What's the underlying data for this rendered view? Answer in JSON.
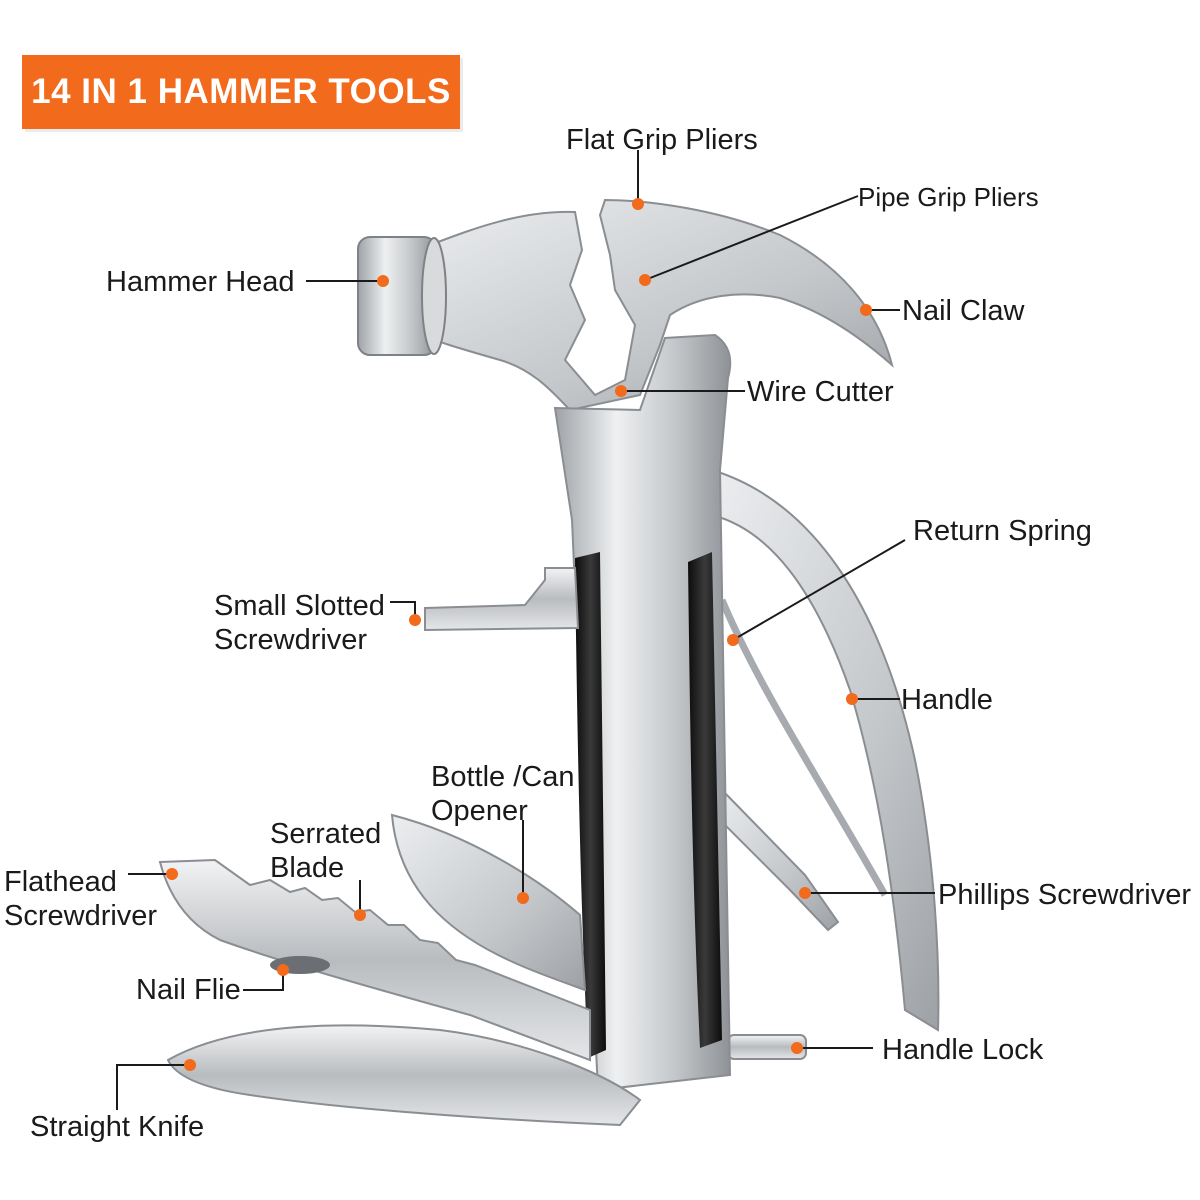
{
  "title": "14 IN 1 HAMMER TOOLS",
  "colors": {
    "accent": "#f26a1b",
    "steel": "#c9cbcd",
    "grip": "#1c1c1c"
  },
  "labels": {
    "flat_grip_pliers": "Flat Grip Pliers",
    "pipe_grip_pliers": "Pipe Grip Pliers",
    "hammer_head": "Hammer Head",
    "nail_claw": "Nail Claw",
    "wire_cutter": "Wire Cutter",
    "return_spring": "Return Spring",
    "small_slotted_screwdriver": [
      "Small Slotted",
      "Screwdriver"
    ],
    "handle": "Handle",
    "bottle_can_opener": [
      "Bottle /Can",
      "Opener"
    ],
    "serrated_blade": [
      "Serrated",
      "Blade"
    ],
    "flathead_screwdriver": [
      "Flathead",
      "Screwdriver"
    ],
    "phillips_screwdriver": "Phillips Screwdriver",
    "nail_flie": "Nail Flie",
    "handle_lock": "Handle Lock",
    "straight_knife": "Straight Knife"
  }
}
